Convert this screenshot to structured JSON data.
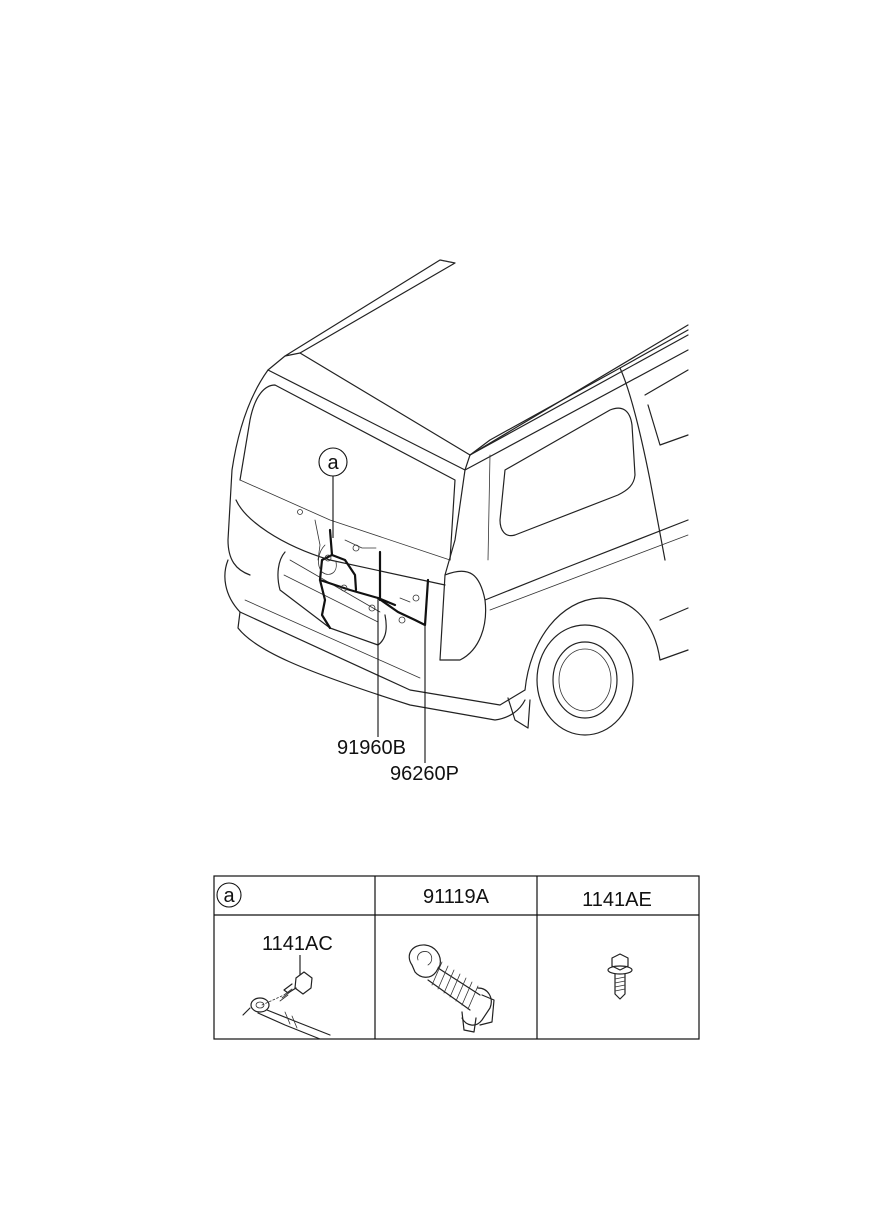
{
  "callouts": {
    "marker_a": "a",
    "part_1": "91960B",
    "part_2": "96260P"
  },
  "table": {
    "header_marker": "a",
    "headers": [
      "",
      "91119A",
      "1141AE"
    ],
    "cell_label": "1141AC"
  }
}
